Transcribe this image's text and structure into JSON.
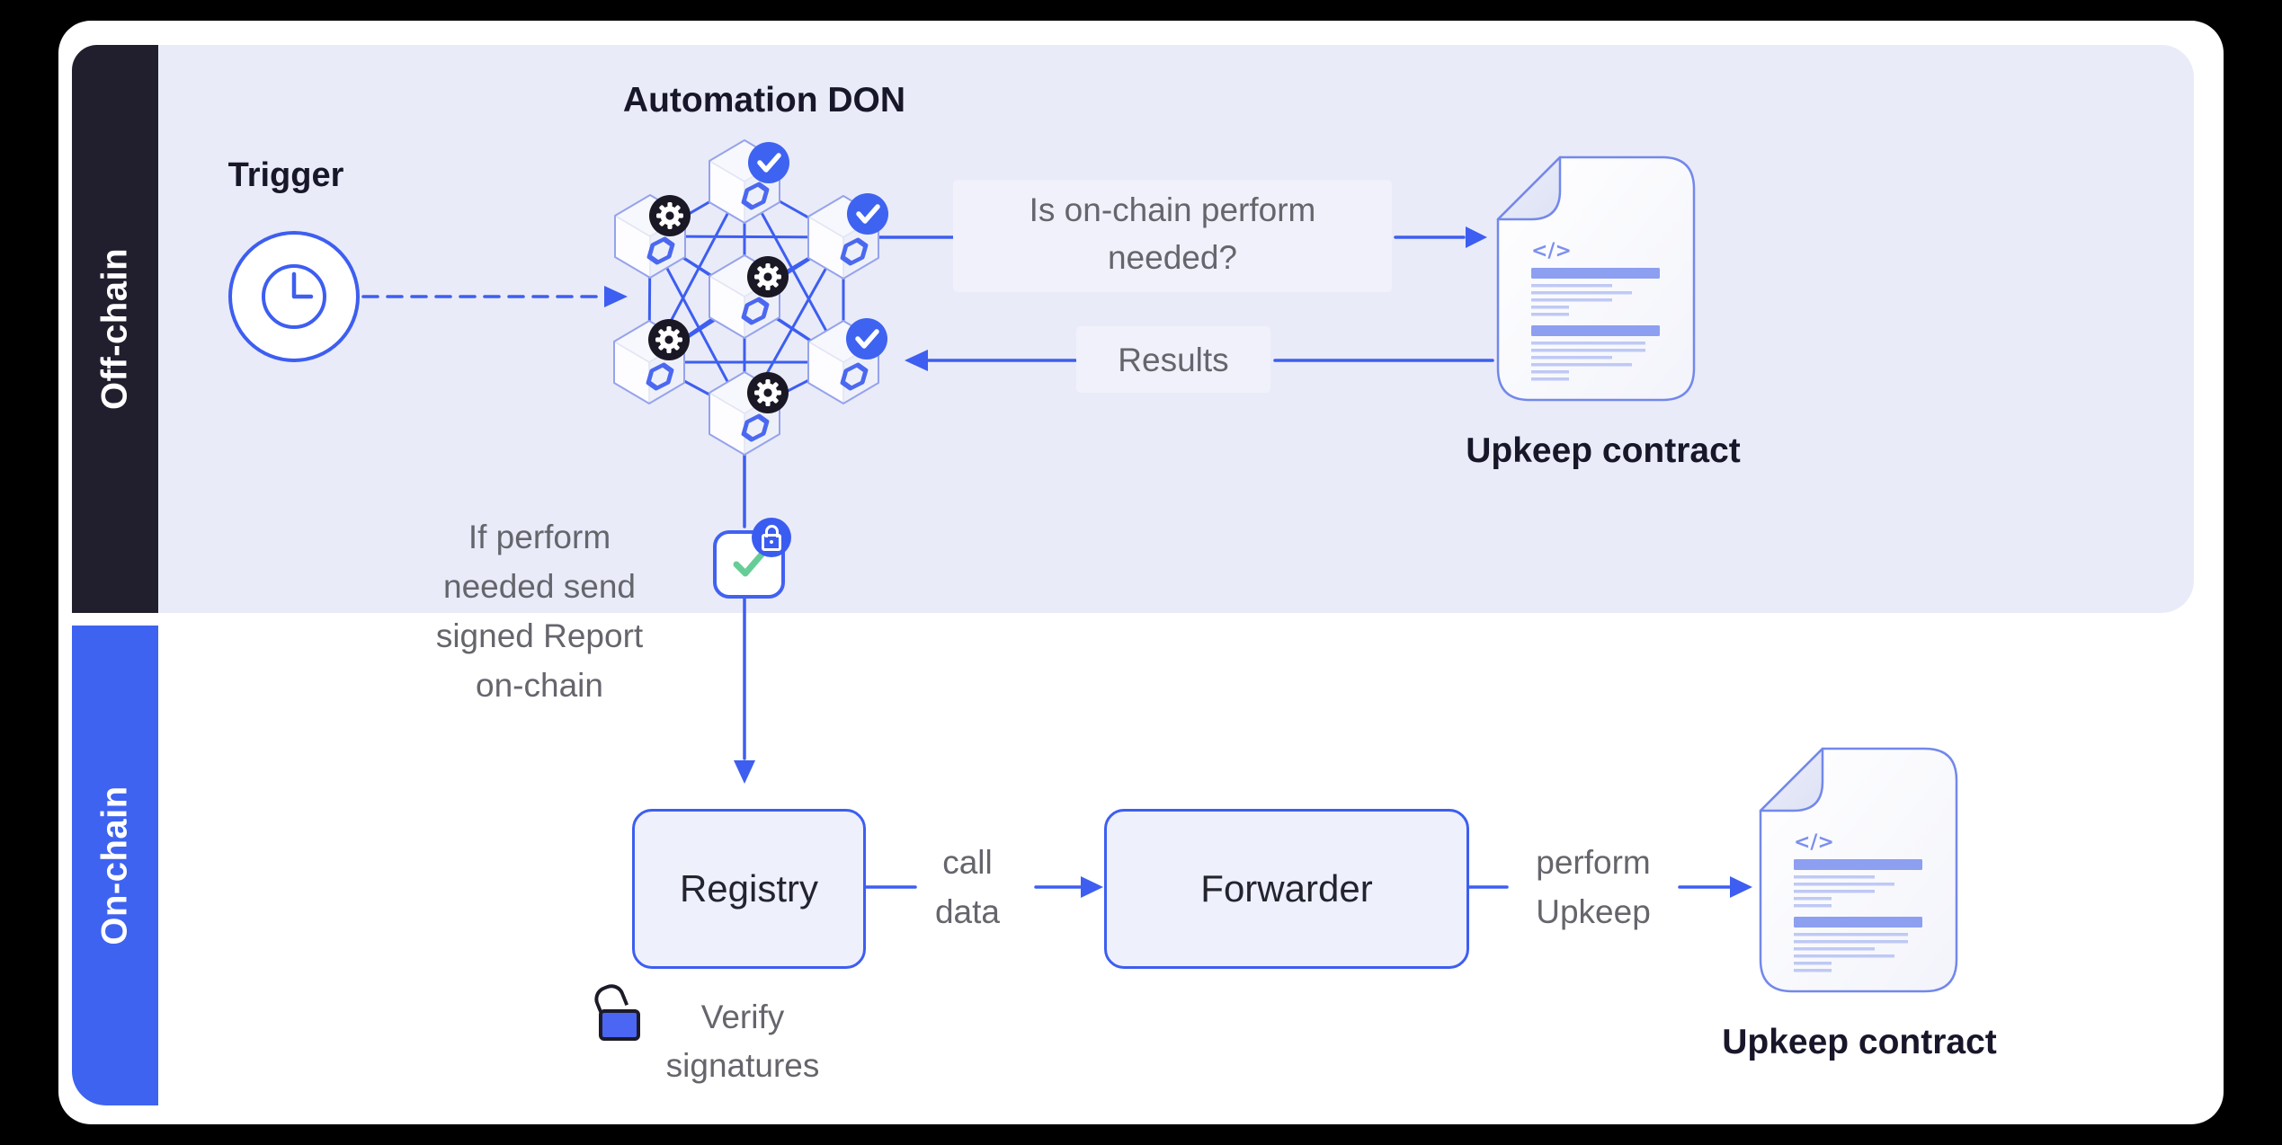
{
  "sidebars": {
    "off_chain": "Off-chain",
    "on_chain": "On-chain"
  },
  "don": {
    "title": "Automation DON",
    "node_count": 7,
    "ok_badge_icon": "check-icon",
    "work_badge_icon": "gear-icon"
  },
  "trigger": {
    "label": "Trigger",
    "icon": "clock-icon"
  },
  "labels": {
    "perform_q1": "Is on-chain perform",
    "perform_q2": "needed?",
    "results": "Results",
    "if1": "If perform",
    "if2": "needed send",
    "if3": "signed Report",
    "if4": "on-chain",
    "call1": "call",
    "call2": "data",
    "perf1": "perform",
    "perf2": "Upkeep",
    "verify1": "Verify",
    "verify2": "signatures"
  },
  "boxes": {
    "registry": "Registry",
    "forwarder": "Forwarder"
  },
  "docs": {
    "code_glyph": "</>",
    "top_label": "Upkeep contract",
    "bottom_label": "Upkeep contract"
  },
  "report_badge": {
    "check_icon": "check-icon",
    "lock_icon": "lock-icon"
  },
  "verify_icon": "unlock-icon",
  "colors": {
    "accent_blue": "#3d5ef0",
    "sidebar_dark": "#211f2e",
    "sidebar_blue": "#3e63f1",
    "offchain_band": "#e9ebf8",
    "chip_bg": "#f0f1fa",
    "text_dark": "#18172a",
    "text_gray": "#65666c",
    "node_badge_dark": "#191824",
    "badge_blue": "#3e63f1",
    "check_green": "#67cd96",
    "doc_bar": "#8d9ff1",
    "doc_line": "#bfc9f4"
  }
}
